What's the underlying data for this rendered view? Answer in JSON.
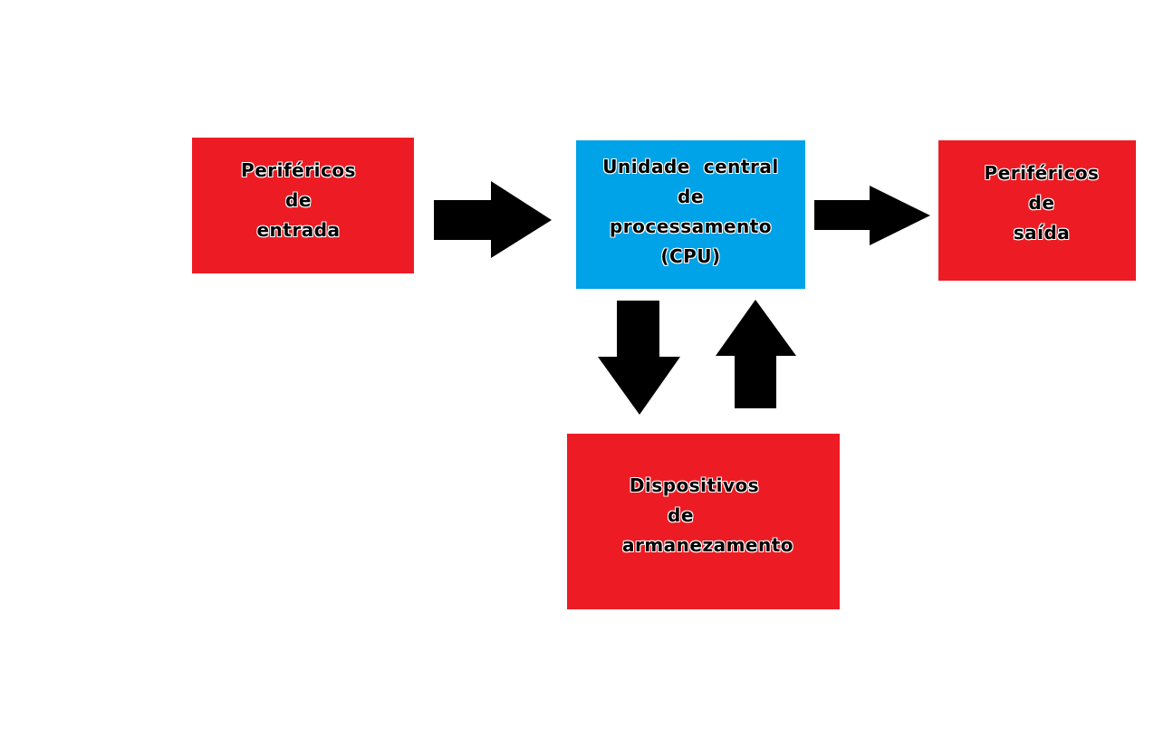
{
  "colors": {
    "peripheral_box": "#ed1c24",
    "cpu_box": "#00a2e8",
    "arrow": "#000000",
    "label_text": "#000000",
    "background": "#ffffff"
  },
  "boxes": {
    "input": {
      "lines": [
        "Periféricos",
        "de",
        "entrada"
      ]
    },
    "cpu": {
      "lines": [
        "Unidade  central",
        "de",
        "processamento",
        "(CPU)"
      ]
    },
    "output": {
      "lines": [
        "Periféricos",
        "de",
        "saída"
      ]
    },
    "storage": {
      "lines": [
        "Dispositivos",
        "de",
        "armanezamento"
      ]
    }
  },
  "connections": [
    {
      "from": "input",
      "to": "cpu",
      "direction": "right"
    },
    {
      "from": "cpu",
      "to": "output",
      "direction": "right"
    },
    {
      "from": "cpu",
      "to": "storage",
      "direction": "down"
    },
    {
      "from": "storage",
      "to": "cpu",
      "direction": "up"
    }
  ]
}
